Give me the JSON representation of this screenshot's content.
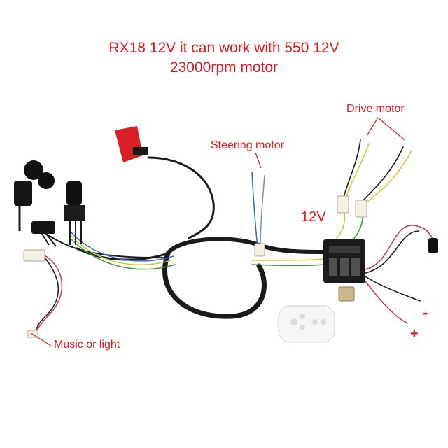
{
  "title": {
    "line1": "RX18 12V it can work with 550 12V",
    "line2": "23000rpm motor"
  },
  "labels": {
    "drive_motor": "Drive motor",
    "steering_motor": "Steering motor",
    "voltage": "12V",
    "music_or_light": "Music or light",
    "minus": "-",
    "plus": "+"
  },
  "colors": {
    "annotation": "#e8141c",
    "harness": "#1a1a1a"
  }
}
